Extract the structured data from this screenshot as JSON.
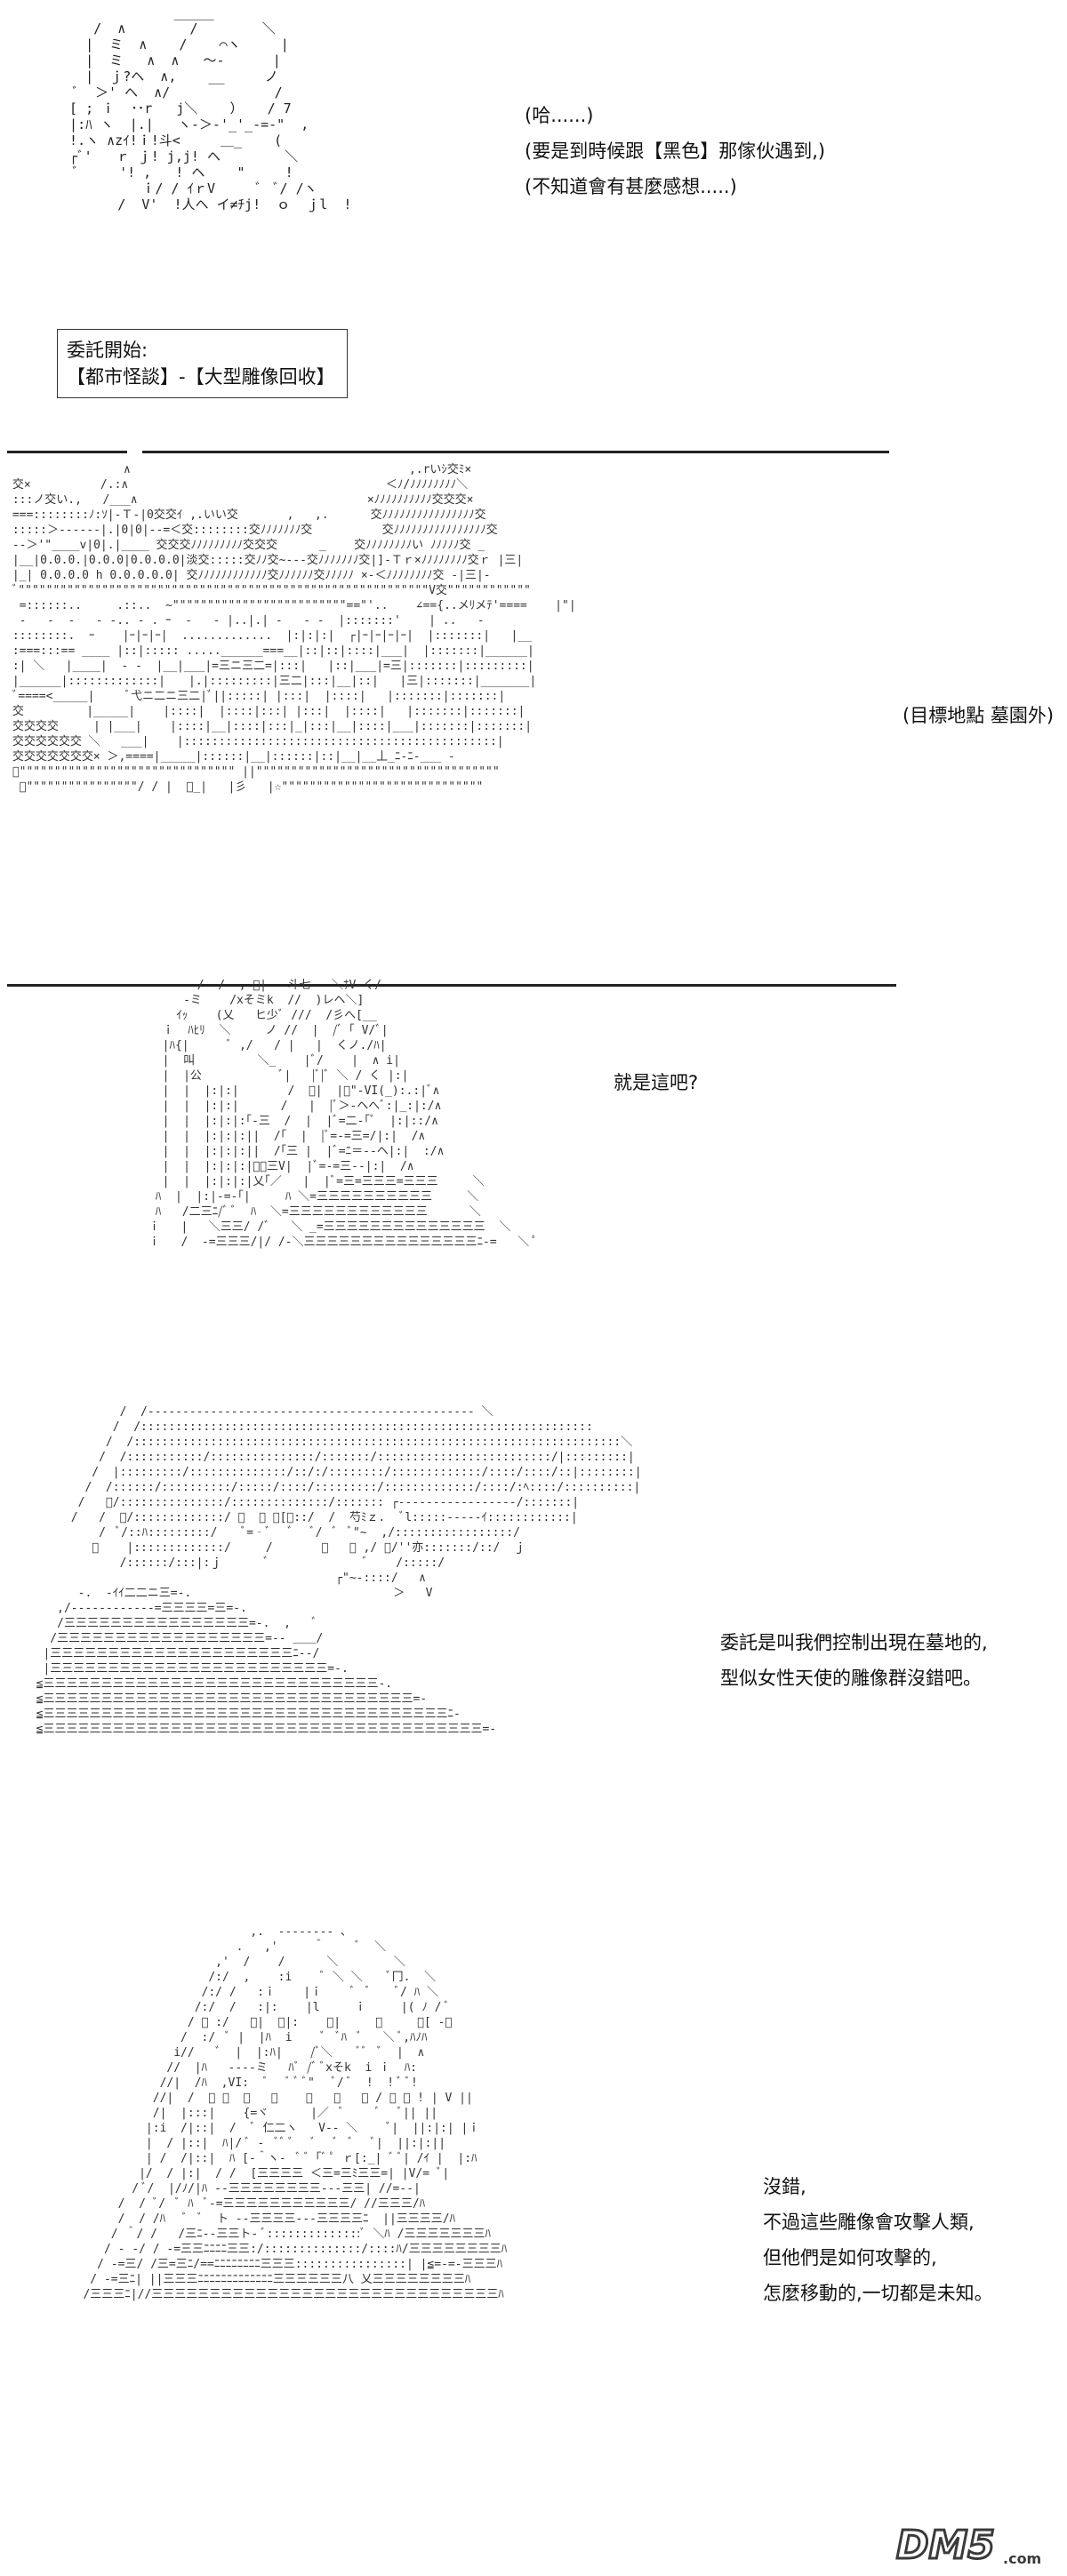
{
  "panel1": {
    "thoughts": [
      "(哈......)",
      "(要是到時候跟【黑色】那傢伙遇到,)",
      "(不知道會有甚麼感想.....)"
    ]
  },
  "commission": {
    "line1": "委託開始:",
    "line2": "【都市怪談】-【大型雕像回收】"
  },
  "panel2": {
    "caption": "(目標地點 墓園外)"
  },
  "panel3": {
    "speech": "就是這吧?"
  },
  "panel4": {
    "speech": [
      "委託是叫我們控制出現在墓地的,",
      "型似女性天使的雕像群沒錯吧。"
    ]
  },
  "panel5": {
    "speech": [
      "沒錯,",
      "不過這些雕像會攻擊人類,",
      "但他們是如何攻擊的,",
      "怎麼移動的,一切都是未知。"
    ]
  },
  "watermark": {
    "brand": "DM5",
    "suffix": ".com"
  },
  "colors": {
    "ink": "#222222",
    "background": "#ffffff",
    "watermark": "#3a3a3a"
  }
}
